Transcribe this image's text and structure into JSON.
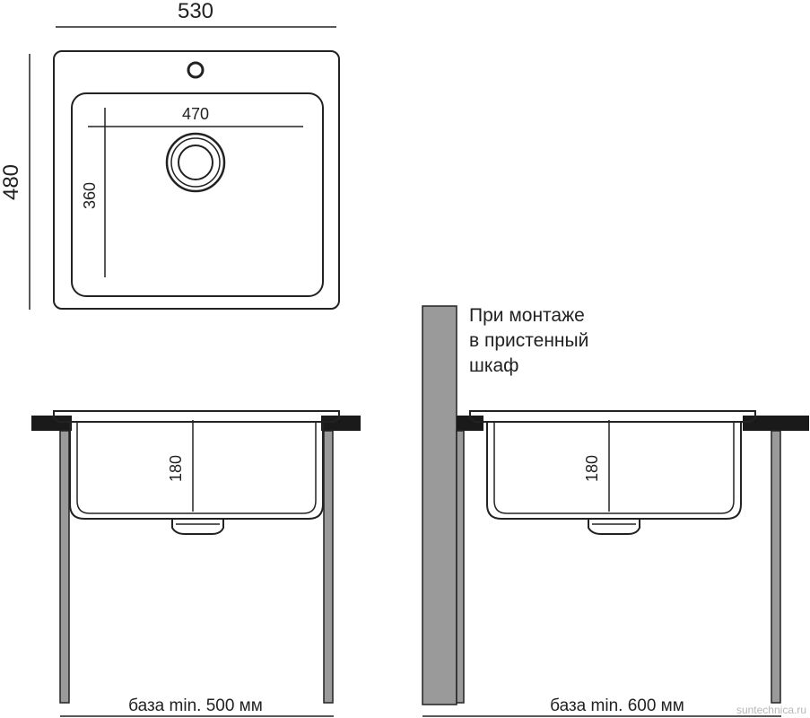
{
  "top_view": {
    "outer_width": "530",
    "outer_height": "480",
    "inner_width": "470",
    "inner_height": "360"
  },
  "side_view_left": {
    "depth": "180",
    "base_label": "база min. 500 мм"
  },
  "side_view_right": {
    "depth": "180",
    "base_label": "база min. 600 мм",
    "note_lines": [
      "При монтаже",
      "в пристенный",
      "шкаф"
    ]
  },
  "watermark": "suntechnica.ru"
}
